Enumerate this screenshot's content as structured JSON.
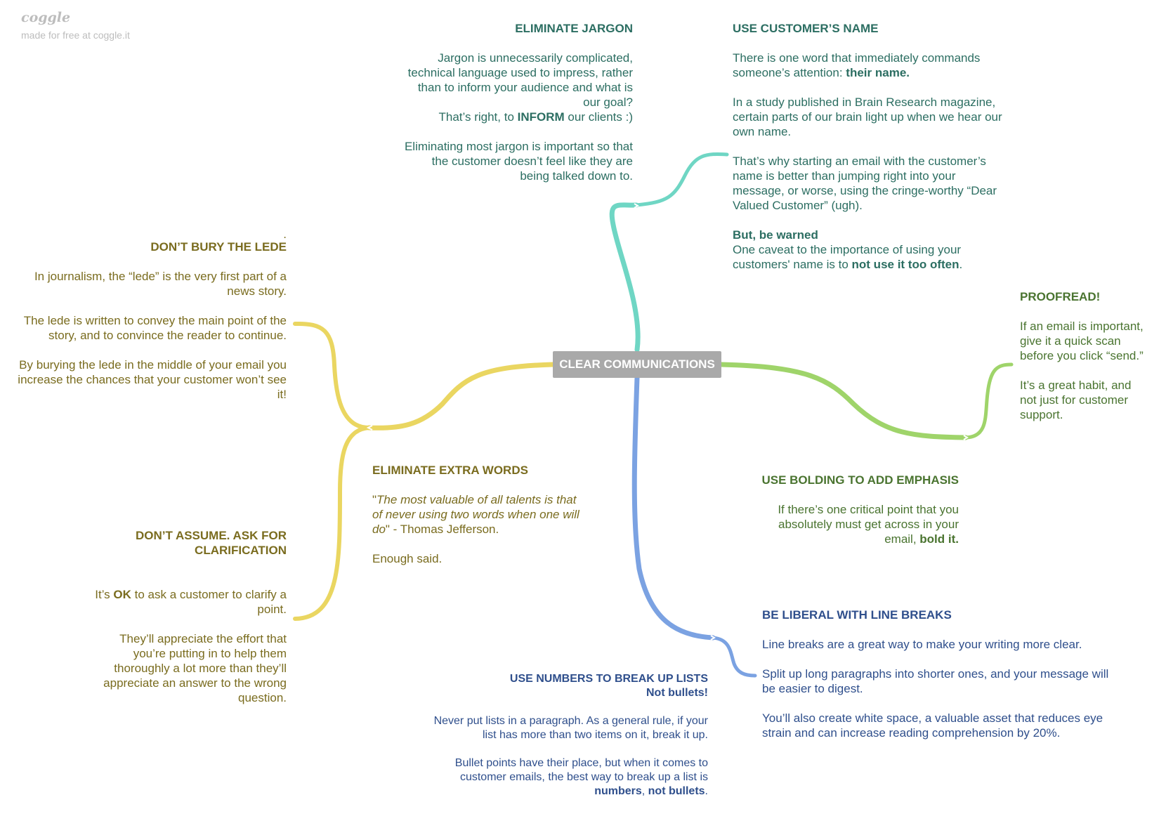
{
  "brand": {
    "logo": "coggle",
    "tagline": "made for free at coggle.it"
  },
  "center": {
    "label": "CLEAR COMMUNICATIONS"
  },
  "colors": {
    "teal": "#6fd6c4",
    "yellow": "#ead661",
    "green": "#9fd46a",
    "blue": "#7ba2e2",
    "center": "#a9a9a9"
  },
  "nodes": {
    "jargon": {
      "title": "ELIMINATE JARGON",
      "p1": "Jargon is unnecessarily complicated, technical language used to impress, rather than to inform your audience and what is our goal?",
      "p1b_pre": "That’s right, to ",
      "p1b_bold": "INFORM",
      "p1b_post": " our clients :)",
      "p2": "Eliminating most jargon is important so that the customer doesn’t feel like they are being talked down to."
    },
    "name": {
      "title": "USE CUSTOMER’S NAME",
      "p1": "There is one word that immediately commands someone’s attention: ",
      "p1_bold": "their name.",
      "p2": "In a study published in Brain Research magazine, certain parts of our brain light up when we hear our own name.",
      "p3": "That’s why starting an email with the customer’s name is better than jumping right into your message, or worse, using the cringe-worthy “Dear Valued Customer” (ugh).",
      "p4_bold": "But, be warned",
      "p4": "One caveat to the importance of using your customers' name is to ",
      "p4_bold2": "not use it too often",
      "p4_end": "."
    },
    "lede": {
      "dot": ".",
      "title": "DON’T BURY THE LEDE",
      "p1": "In journalism, the “lede” is the very first part of a news story.",
      "p2": "The lede is written to convey the main point of the story, and to convince the reader to continue.",
      "p3": "By burying the lede in the middle of your email you increase the chances that your customer won’t see it!"
    },
    "extra": {
      "title": "ELIMINATE EXTRA WORDS",
      "quote_open": "\"",
      "quote": "The most valuable of all talents is that of never using two words when one will do",
      "quote_close": "\" - Thomas Jefferson.",
      "p2": "Enough said."
    },
    "assume": {
      "title": "DON’T ASSUME. ASK FOR CLARIFICATION",
      "p1_pre": "It’s ",
      "p1_bold": "OK",
      "p1_post": " to ask a customer to clarify a point.",
      "p2": "They’ll appreciate the effort that you’re putting in to help them thoroughly a lot more than they’ll appreciate an answer to the wrong question."
    },
    "proofread": {
      "title": "PROOFREAD!",
      "p1": "If an email is important, give it a quick scan before you click “send.”",
      "p2": "It’s a great habit, and not just for customer support."
    },
    "bolding": {
      "title": "USE BOLDING TO ADD EMPHASIS",
      "p1": "If there’s one critical point that you absolutely must get across in your email, ",
      "p1_bold": "bold it."
    },
    "breaks": {
      "title": "BE LIBERAL WITH LINE BREAKS",
      "p1": "Line breaks are a great way to make your writing more clear.",
      "p2": "Split up long paragraphs into shorter ones, and your message will be easier to digest.",
      "p3": "You’ll also create white space, a valuable asset that reduces eye strain and can increase reading comprehension by 20%."
    },
    "numbers": {
      "title": "USE NUMBERS TO BREAK UP LISTS",
      "subtitle": "Not bullets!",
      "p1": "Never put lists in a paragraph. As a general rule, if your list has more than two items on it, break it up.",
      "p2": "Bullet points have their place, but when it comes to customer emails, the best way to break up a list is ",
      "p2_bold1": "numbers",
      "p2_sep": ", ",
      "p2_bold2": "not bullets",
      "p2_end": "."
    }
  }
}
